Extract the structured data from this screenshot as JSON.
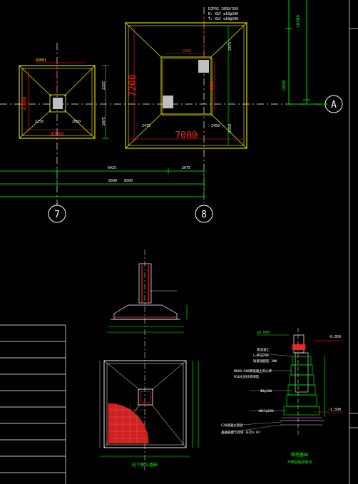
{
  "drawing": {
    "background": "#000000",
    "colors": {
      "footing": "#ffff00",
      "dim": "#00ff00",
      "axis": "#ffffff",
      "column": "#bfbfbf",
      "detail": "#ffffff",
      "red": "#ff2020",
      "cyan": "#00ffff",
      "magenta": "#ff00ff"
    },
    "grid_bubbles": {
      "axis_a": "A",
      "axis_7": "7",
      "axis_8": "8"
    },
    "footing_left": {
      "note": "DJP01",
      "width_label": "4300",
      "height_label": "4300",
      "dim_2250": "2250",
      "dim_2050": "2050",
      "dim_2225": "2225",
      "dim_2075": "2075"
    },
    "footing_right": {
      "note_line1": "DJP02 1850/350",
      "note_line2": "B: X&Y ⊕18@200",
      "note_line3": "T: X&Y ⊕18@200",
      "width_label": "7000",
      "height_label": "7200",
      "dim_2800": "2800",
      "dim_2475": "2475",
      "dim_2450": "2450",
      "dim_3000": "3000",
      "dim_2475b": "2475",
      "dim_2350": "2350"
    },
    "dims_top": {
      "dim_10500": "10500",
      "dim_2850": "2850"
    },
    "dims_bottom": {
      "dim_6425": "6425",
      "dim_2075": "2075",
      "dim_8500": "8500",
      "dim_8500b": "8500"
    },
    "detail_titles": {
      "section": "柱下独立基础",
      "wall": "隔墙基础",
      "wall_sub": "不带基础梁做法"
    },
    "wall_section_notes": {
      "elev_top": "±0.000",
      "elev_right": "-0.050",
      "elev_bottom": "-1.500",
      "note1": "素混凝土",
      "note2": "L=Φ6@200",
      "note3": "墙基础配筋 3Φ8",
      "note4": "MU20 240厚混凝土实心砖",
      "note5": "M10水泥砂浆砌筑",
      "note6": "Φ8@200",
      "note7": "4Φ12@200",
      "note8": "C20混凝土垫层",
      "note9": "基础底面下回填 夯实0.94"
    }
  }
}
